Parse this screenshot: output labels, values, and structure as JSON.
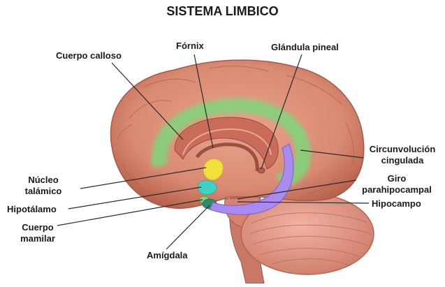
{
  "title": "SISTEMA LIMBICO",
  "labels": {
    "cuerpo_calloso": "Cuerpo calloso",
    "fornix": "Fórnix",
    "glandula_pineal": "Glándula pineal",
    "circunvolucion_cingulada": [
      "Circunvolución",
      "cingulada"
    ],
    "giro_parahipocampal": [
      "Giro",
      "parahipocampal"
    ],
    "hipocampo": "Hipocampo",
    "nucleo_talamico": [
      "Núcleo",
      "talámico"
    ],
    "hipotalamo": "Hipotálamo",
    "cuerpo_mamilar": [
      "Cuerpo",
      "mamilar"
    ],
    "amigdala": "Amígdala"
  },
  "colors": {
    "cortex": "#d98a72",
    "cortex_dark": "#b8624c",
    "cingulate": "#7fd67a",
    "thalamus": "#f2e03a",
    "hypothalamus": "#3fd3c6",
    "hippocampus": "#a98bf0",
    "cerebellum": "#e49a8a",
    "brainstem": "#c97766"
  }
}
